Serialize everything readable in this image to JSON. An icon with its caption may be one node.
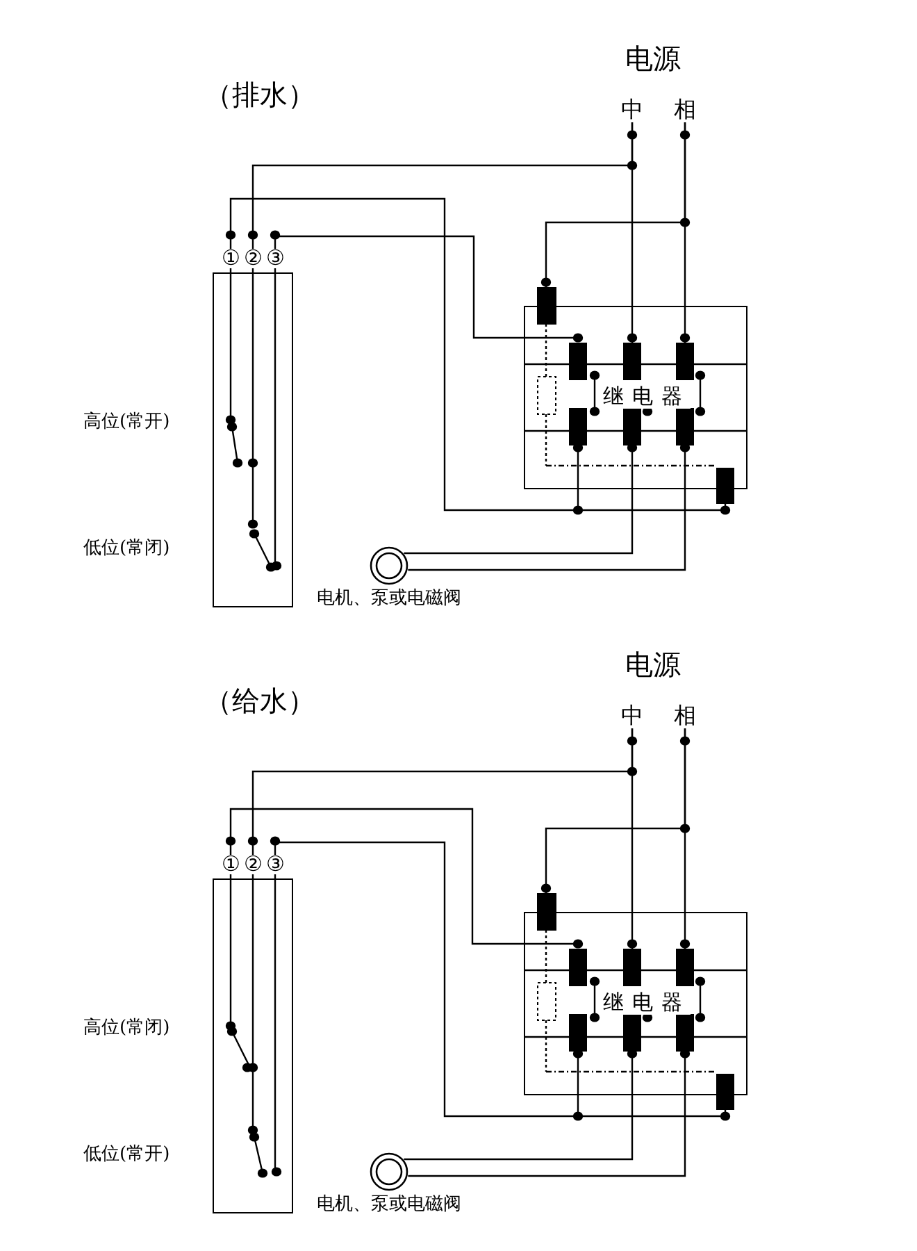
{
  "diagram": {
    "nodes": [
      {
        "text": [
          "中"
        ]
      },
      {
        "text": [
          "相"
        ]
      },
      {
        "text": [],
        "shape": "box",
        "beside": [
          "高位(常开)",
          "低位(常闭)"
        ]
      },
      {
        "text": [
          "①"
        ]
      },
      {
        "text": [
          "②"
        ]
      },
      {
        "text": [
          "③"
        ]
      },
      {
        "text": [
          "继电器"
        ]
      },
      {
        "text": [],
        "shape": "circle",
        "beside": [
          "电机、泵或电磁阀"
        ]
      },
      {
        "text": [
          "中"
        ]
      },
      {
        "text": [
          "相"
        ]
      },
      {
        "text": [],
        "shape": "box",
        "beside": [
          "高位(常闭)",
          "低位(常开)"
        ]
      },
      {
        "text": [
          "①"
        ]
      },
      {
        "text": [
          "②"
        ]
      },
      {
        "text": [
          "③"
        ]
      },
      {
        "text": [
          "继电器"
        ]
      },
      {
        "text": [],
        "shape": "circle",
        "beside": [
          "电机、泵或电磁阀"
        ]
      }
    ],
    "edges": [
      {
        "from": 0,
        "to": 6,
        "arrow": "none"
      },
      {
        "from": 1,
        "to": 6,
        "arrow": "none"
      },
      {
        "from": 0,
        "to": 4,
        "arrow": "none"
      },
      {
        "from": 1,
        "to": 6,
        "arrow": "none"
      },
      {
        "from": 3,
        "to": 6,
        "arrow": "none"
      },
      {
        "from": 5,
        "to": 6,
        "arrow": "none"
      },
      {
        "from": 6,
        "to": 7,
        "arrow": "none"
      },
      {
        "from": 6,
        "to": 7,
        "arrow": "none"
      },
      {
        "from": 8,
        "to": 14,
        "arrow": "none"
      },
      {
        "from": 9,
        "to": 14,
        "arrow": "none"
      },
      {
        "from": 8,
        "to": 12,
        "arrow": "none"
      },
      {
        "from": 9,
        "to": 14,
        "arrow": "none"
      },
      {
        "from": 11,
        "to": 14,
        "arrow": "none"
      },
      {
        "from": 13,
        "to": 14,
        "arrow": "none"
      },
      {
        "from": 14,
        "to": 15,
        "arrow": "none"
      },
      {
        "from": 14,
        "to": 15,
        "arrow": "none"
      }
    ],
    "labels": [
      "电源",
      "（排水）",
      "电源",
      "（给水）"
    ]
  }
}
